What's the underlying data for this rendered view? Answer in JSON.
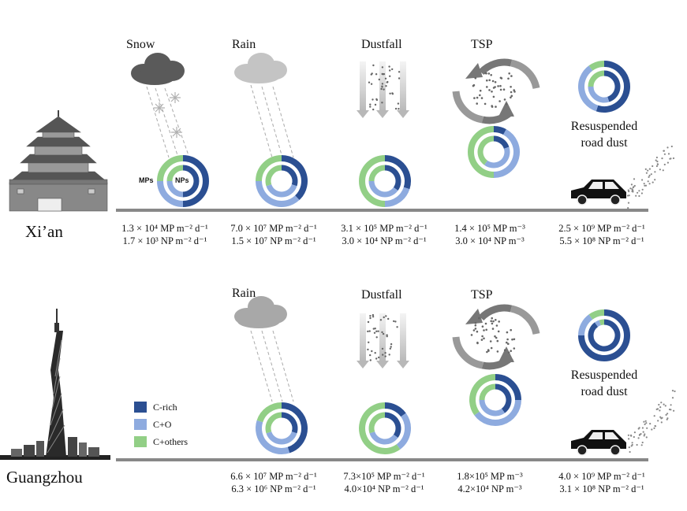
{
  "colors": {
    "c_rich": "#2b4f92",
    "c_o": "#8eabdf",
    "c_others": "#92cf86",
    "ground": "#888888"
  },
  "cities": {
    "xian": "Xi’an",
    "guangzhou": "Guangzhou"
  },
  "labels": {
    "snow": "Snow",
    "rain": "Rain",
    "dustfall": "Dustfall",
    "tsp": "TSP",
    "resuspended_line1": "Resuspended",
    "resuspended_line2": "road dust",
    "mps": "MPs",
    "nps": "NPs"
  },
  "legend": [
    {
      "label": "C-rich",
      "color": "#2b4f92"
    },
    {
      "label": "C+O",
      "color": "#8eabdf"
    },
    {
      "label": "C+others",
      "color": "#92cf86"
    }
  ],
  "xian": {
    "snow": {
      "mp": "1.3 × 10⁴ MP m⁻² d⁻¹",
      "np": "1.7 × 10³ NP m⁻² d⁻¹"
    },
    "rain": {
      "mp": "7.0 × 10⁷ MP m⁻² d⁻¹",
      "np": "1.5 × 10⁷ NP m⁻² d⁻¹"
    },
    "dustfall": {
      "mp": "3.1 × 10⁵ MP m⁻² d⁻¹",
      "np": "3.0 × 10⁴ NP m⁻² d⁻¹"
    },
    "tsp": {
      "mp": "1.4 × 10⁵ MP m⁻³",
      "np": "3.0 × 10⁴  NP m⁻³"
    },
    "road_dust": {
      "mp": "2.5 × 10⁹ MP m⁻² d⁻¹",
      "np": "5.5 × 10⁸ NP m⁻² d⁻¹"
    }
  },
  "guangzhou": {
    "rain": {
      "mp": "6.6 × 10⁷ MP m⁻² d⁻¹",
      "np": "6.3 × 10⁶ NP m⁻² d⁻¹"
    },
    "dustfall": {
      "mp": "7.3×10⁵ MP m⁻² d⁻¹",
      "np": "4.0×10⁴ NP m⁻² d⁻¹"
    },
    "tsp": {
      "mp": "1.8×10⁵ MP m⁻³",
      "np": "4.2×10⁴ NP m⁻³"
    },
    "road_dust": {
      "mp": "4.0 × 10⁹ MP m⁻² d⁻¹",
      "np": "3.1 × 10⁸ NP m⁻² d⁻¹"
    }
  },
  "rings": [
    {
      "id": "xian-snow",
      "outer": [
        0.5,
        0.25,
        0.25
      ],
      "inner": [
        0.5,
        0.25,
        0.25
      ]
    },
    {
      "id": "xian-rain",
      "outer": [
        0.38,
        0.37,
        0.25
      ],
      "inner": [
        0.3,
        0.4,
        0.3
      ]
    },
    {
      "id": "xian-dustfall",
      "outer": [
        0.3,
        0.2,
        0.5
      ],
      "inner": [
        0.35,
        0.4,
        0.25
      ]
    },
    {
      "id": "xian-tsp",
      "outer": [
        0.08,
        0.42,
        0.5
      ],
      "inner": [
        0.2,
        0.4,
        0.4
      ]
    },
    {
      "id": "xian-road",
      "outer": [
        0.55,
        0.35,
        0.1
      ],
      "inner": [
        0.45,
        0.3,
        0.25
      ]
    },
    {
      "id": "gz-rain",
      "outer": [
        0.45,
        0.35,
        0.2
      ],
      "inner": [
        0.3,
        0.4,
        0.3
      ]
    },
    {
      "id": "gz-dustfall",
      "outer": [
        0.15,
        0.25,
        0.6
      ],
      "inner": [
        0.35,
        0.35,
        0.3
      ]
    },
    {
      "id": "gz-tsp",
      "outer": [
        0.25,
        0.4,
        0.35
      ],
      "inner": [
        0.4,
        0.35,
        0.25
      ]
    },
    {
      "id": "gz-road",
      "outer": [
        0.75,
        0.15,
        0.1
      ],
      "inner": [
        0.9,
        0.05,
        0.05
      ]
    }
  ]
}
